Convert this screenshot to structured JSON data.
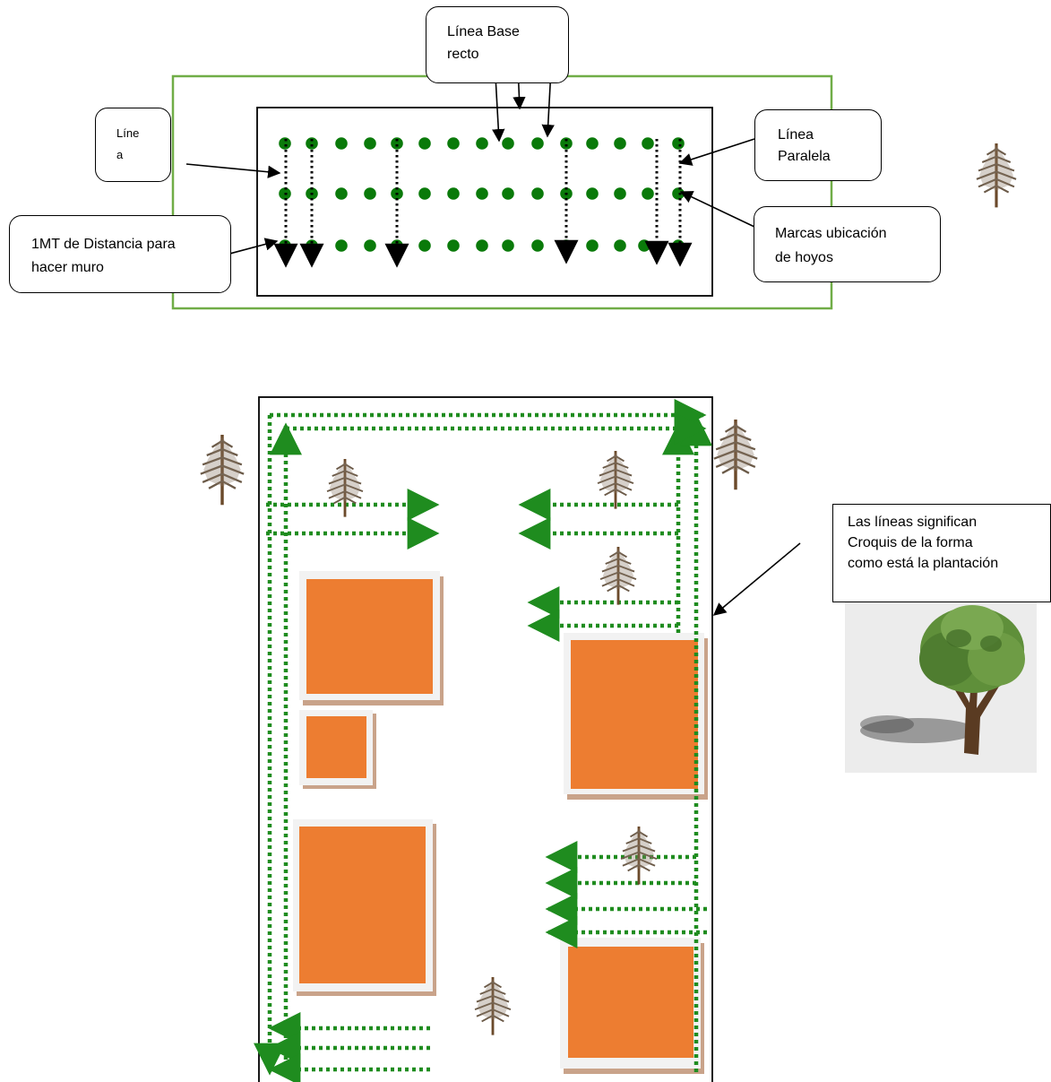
{
  "callouts": {
    "base_line": "Línea Base\nrecto",
    "line_a": "Líne\na",
    "parallel_line": "Línea\nParalela",
    "distance": "1MT de Distancia para\nhacer muro",
    "hole_marks": "Marcas ubicación\nde hoyos"
  },
  "legend_note": "Las líneas significan\nCroquis de la forma\ncomo está la plantación",
  "icons": {
    "pine": "pine-tree-icon",
    "tree": "leafy-tree-icon"
  },
  "colors": {
    "dot_green": "#0a7a0a",
    "dashed_green": "#1f8c1f",
    "field_border": "#70ad47",
    "building_orange": "#ed7d31",
    "building_shadow": "#c9a38a",
    "building_frame": "#f2f2f2"
  }
}
